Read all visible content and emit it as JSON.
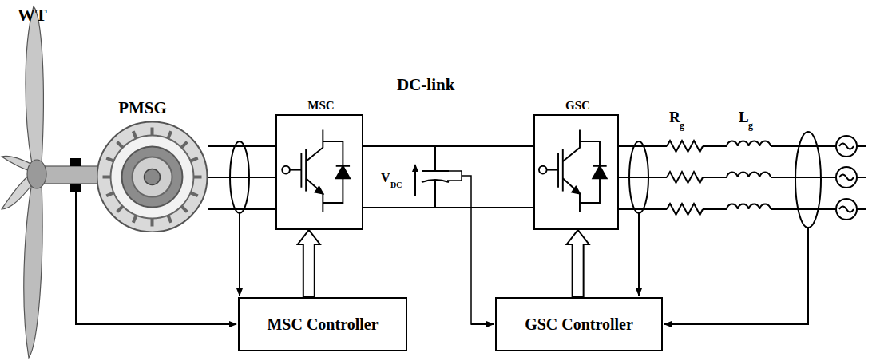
{
  "diagram": {
    "nodes": [
      {
        "text": [
          "PMSG"
        ]
      },
      {
        "text": [
          "MSC"
        ]
      },
      {
        "text": [
          "GSC"
        ]
      },
      {
        "text": [
          "MSC Controller"
        ]
      },
      {
        "text": [
          "GSC Controller"
        ]
      }
    ],
    "edges": [
      {
        "from": 0,
        "to": 1,
        "arrow": "none"
      },
      {
        "from": 1,
        "to": 2,
        "arrow": "none"
      },
      {
        "from": 3,
        "to": 1,
        "arrow": "to"
      },
      {
        "from": 4,
        "to": 2,
        "arrow": "to"
      }
    ],
    "labels": [
      "WT",
      "DC-link",
      "V",
      "DC",
      "R",
      "g",
      "L",
      "g"
    ]
  }
}
